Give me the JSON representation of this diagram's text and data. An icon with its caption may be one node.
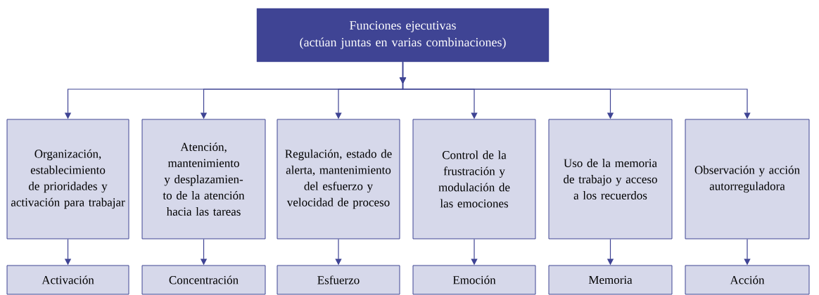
{
  "diagram": {
    "nodes": [
      {
        "text": [
          "Funciones ejecutivas",
          "(actúan juntas en varias combinaciones)"
        ]
      },
      {
        "text": [
          "Organización, establecimiento de prioridades y activación para trabajar"
        ]
      },
      {
        "text": [
          "Atención, mantenimiento y desplazamien-to de la atención hacia las tareas"
        ]
      },
      {
        "text": [
          "Regulación, estado de alerta, mantenimiento del esfuerzo y velocidad de proceso"
        ]
      },
      {
        "text": [
          "Control de la frustración y modulación de las emociones"
        ]
      },
      {
        "text": [
          "Uso de la memoria de trabajo y acceso a los recuerdos"
        ]
      },
      {
        "text": [
          "Observación y acción autorreguladora"
        ]
      },
      {
        "text": [
          "Activación"
        ]
      },
      {
        "text": [
          "Concentración"
        ]
      },
      {
        "text": [
          "Esfuerzo"
        ]
      },
      {
        "text": [
          "Emoción"
        ]
      },
      {
        "text": [
          "Memoria"
        ]
      },
      {
        "text": [
          "Acción"
        ]
      }
    ],
    "edges": [
      {
        "from": 0,
        "to": 1,
        "arrow": "to"
      },
      {
        "from": 0,
        "to": 2,
        "arrow": "to"
      },
      {
        "from": 0,
        "to": 3,
        "arrow": "to"
      },
      {
        "from": 0,
        "to": 4,
        "arrow": "to"
      },
      {
        "from": 0,
        "to": 5,
        "arrow": "to"
      },
      {
        "from": 0,
        "to": 6,
        "arrow": "to"
      },
      {
        "from": 1,
        "to": 7,
        "arrow": "to"
      },
      {
        "from": 2,
        "to": 8,
        "arrow": "to"
      },
      {
        "from": 3,
        "to": 9,
        "arrow": "to"
      },
      {
        "from": 4,
        "to": 10,
        "arrow": "to"
      },
      {
        "from": 5,
        "to": 11,
        "arrow": "to"
      },
      {
        "from": 6,
        "to": 12,
        "arrow": "to"
      }
    ]
  }
}
